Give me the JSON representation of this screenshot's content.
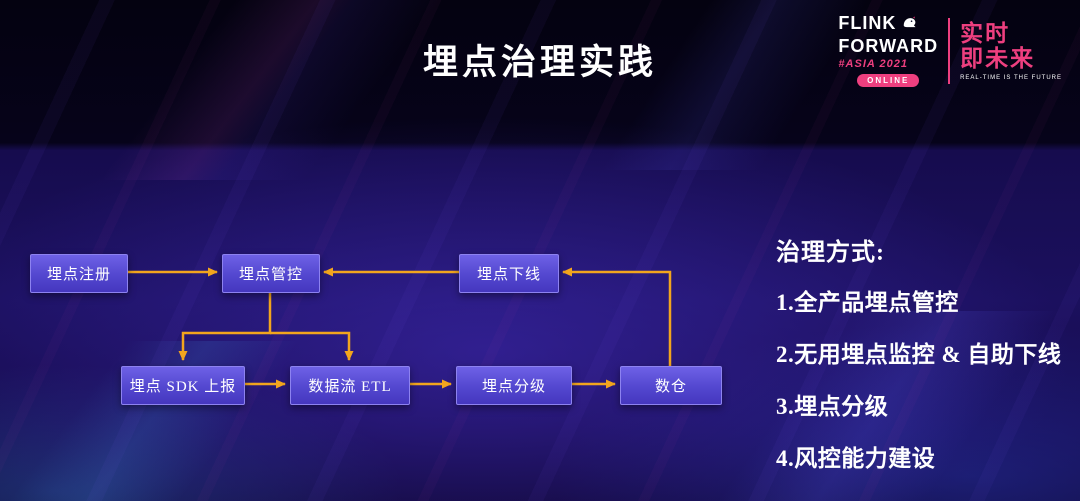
{
  "slide": {
    "title": "埋点治理实践"
  },
  "logo": {
    "name_line1": "FLINK",
    "name_line2": "FORWARD",
    "edition": "#ASIA 2021",
    "badge": "ONLINE",
    "slogan_line1": "实时",
    "slogan_line2": "即未来",
    "slogan_sub": "REAL-TIME IS THE FUTURE"
  },
  "flow": {
    "register": "埋点注册",
    "control": "埋点管控",
    "offline": "埋点下线",
    "sdk_report": "埋点 SDK 上报",
    "etl": "数据流 ETL",
    "grading": "埋点分级",
    "warehouse": "数仓"
  },
  "notes": {
    "heading": "治理方式:",
    "items": [
      "1.全产品埋点管控",
      "2.无用埋点监控 & 自助下线",
      "3.埋点分级",
      "4.风控能力建设"
    ]
  },
  "colors": {
    "arrow": "#F2A51E",
    "accent_pink": "#EE3F7F",
    "node_top": "#6E61E6",
    "node_bottom": "#4537BF"
  }
}
